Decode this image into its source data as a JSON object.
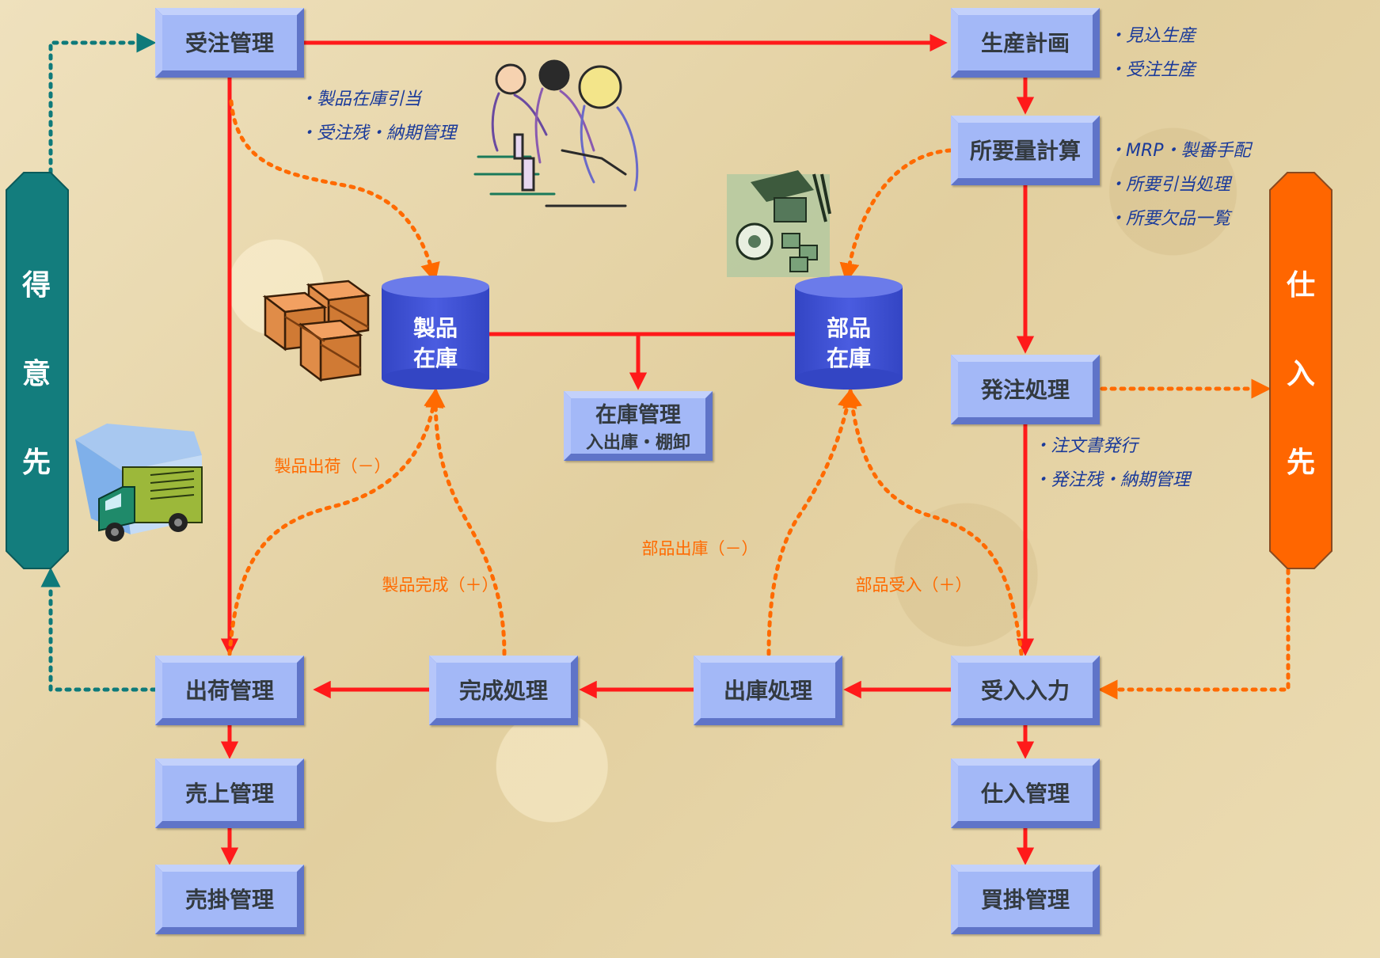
{
  "boxes": {
    "order_mgmt": "受注管理",
    "production_plan": "生産計画",
    "requirements_calc": "所要量計算",
    "purchase_order": "発注処理",
    "inventory_mgmt_title": "在庫管理",
    "inventory_mgmt_sub": "入出庫・棚卸",
    "shipping_mgmt": "出荷管理",
    "completion": "完成処理",
    "issue": "出庫処理",
    "receiving": "受入入力",
    "sales_mgmt": "売上管理",
    "receivable_mgmt": "売掛管理",
    "purchase_mgmt": "仕入管理",
    "payable_mgmt": "買掛管理"
  },
  "databases": {
    "product_stock": [
      "製品",
      "在庫"
    ],
    "parts_stock": [
      "部品",
      "在庫"
    ]
  },
  "sides": {
    "customer": [
      "得",
      "意",
      "先"
    ],
    "supplier": [
      "仕",
      "入",
      "先"
    ]
  },
  "notes": {
    "order": [
      "・製品在庫引当",
      "・受注残・納期管理"
    ],
    "plan": [
      "・見込生産",
      "・受注生産"
    ],
    "requirements": [
      "・MRP・製番手配",
      "・所要引当処理",
      "・所要欠品一覧"
    ],
    "purchase": [
      "・注文書発行",
      "・発注残・納期管理"
    ]
  },
  "flow_labels": {
    "product_ship": "製品出荷（－）",
    "product_complete": "製品完成（＋）",
    "parts_issue": "部品出庫（－）",
    "parts_receive": "部品受入（＋）"
  },
  "colors": {
    "main_flow": "#ff1a1a",
    "sub_flow": "#ff6a00",
    "customer_flow": "#0e7a7a",
    "box_fill": "#9db3f5",
    "database": "#3e4fd0",
    "customer": "#137d7d",
    "supplier": "#ff6600"
  },
  "icons": [
    "workers-clipart-icon",
    "machine-parts-clipart-icon",
    "wooden-crates-icon",
    "delivery-truck-icon"
  ]
}
